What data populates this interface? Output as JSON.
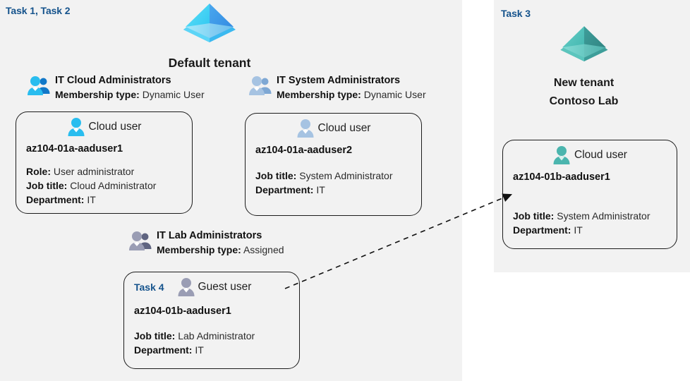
{
  "panels": {
    "left": {
      "task_label": "Task 1, Task 2"
    },
    "right": {
      "task_label": "Task 3"
    }
  },
  "tenants": {
    "default": {
      "name": "Default tenant",
      "icon": "azure-tenant-icon-blue"
    },
    "new": {
      "line1": "New  tenant",
      "line2": "Contoso Lab",
      "icon": "azure-tenant-icon-teal"
    }
  },
  "groups": [
    {
      "id": "cloud-admins",
      "name": "IT Cloud Administrators",
      "meta_label": "Membership type:",
      "meta_value": "Dynamic User",
      "icon": "group-people-icon-blue"
    },
    {
      "id": "system-admins",
      "name": "IT System Administrators",
      "meta_label": "Membership type:",
      "meta_value": "Dynamic User",
      "icon": "group-people-icon-lightblue"
    },
    {
      "id": "lab-admins",
      "name": "IT Lab Administrators",
      "meta_label": "Membership type:",
      "meta_value": "Assigned",
      "icon": "group-people-icon-gray"
    }
  ],
  "cards": {
    "aaduser1": {
      "user_type": "Cloud user",
      "user_name": "az104-01a-aaduser1",
      "icon": "user-icon-cyan",
      "attrs": [
        {
          "label": "Role:",
          "value": "User administrator"
        },
        {
          "label": "Job title:",
          "value": "Cloud Administrator"
        },
        {
          "label": "Department:",
          "value": "IT"
        }
      ]
    },
    "aaduser2": {
      "user_type": "Cloud user",
      "user_name": "az104-01a-aaduser2",
      "icon": "user-icon-lightblue",
      "attrs": [
        {
          "label": "Job title:",
          "value": "System Administrator"
        },
        {
          "label": "Department:",
          "value": "IT"
        }
      ]
    },
    "guest_aaduser1": {
      "task_inline": "Task 4",
      "user_type": "Guest user",
      "user_name": "az104-01b-aaduser1",
      "icon": "user-icon-gray",
      "attrs": [
        {
          "label": "Job title:",
          "value": "Lab Administrator"
        },
        {
          "label": "Department:",
          "value": "IT"
        }
      ]
    },
    "new_aaduser1": {
      "user_type": "Cloud user",
      "user_name": "az104-01b-aaduser1",
      "icon": "user-icon-teal",
      "attrs": [
        {
          "label": "Job title:",
          "value": "System Administrator"
        },
        {
          "label": "Department:",
          "value": "IT"
        }
      ]
    }
  },
  "connector": {
    "name": "guest-invite-arrow",
    "style": "dashed-arrow"
  },
  "colors": {
    "task_label": "#15538c",
    "panel_bg": "#f2f2f2",
    "card_border": "#1c1c1c",
    "tenant_blue": "#37bdf0",
    "tenant_teal": "#4bb8ac"
  }
}
